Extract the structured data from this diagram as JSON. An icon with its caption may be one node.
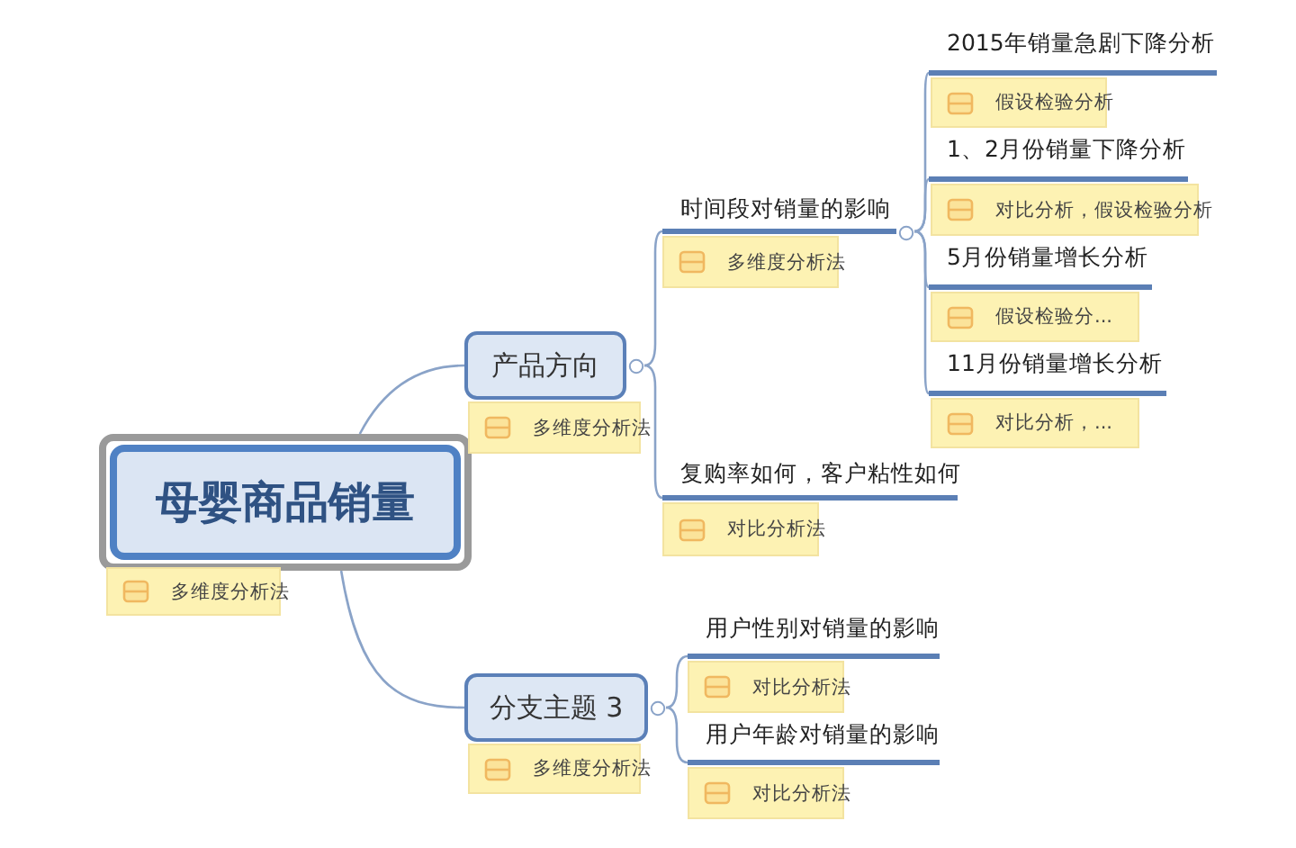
{
  "diagram": {
    "nodes": [
      {
        "text": [
          "母婴商品销量"
        ]
      },
      {
        "text": [
          "多维度分析法"
        ]
      },
      {
        "text": [
          "产品方向"
        ]
      },
      {
        "text": [
          "多维度分析法"
        ]
      },
      {
        "text": [
          "时间段对销量的影响"
        ]
      },
      {
        "text": [
          "多维度分析法"
        ]
      },
      {
        "text": [
          "2015年销量急剧下降分析"
        ]
      },
      {
        "text": [
          "假设检验分析"
        ]
      },
      {
        "text": [
          "1、2月份销量下降分析"
        ]
      },
      {
        "text": [
          "对比分析，假设检验分析"
        ]
      },
      {
        "text": [
          "5月份销量增长分析"
        ]
      },
      {
        "text": [
          "假设检验分..."
        ]
      },
      {
        "text": [
          "11月份销量增长分析"
        ]
      },
      {
        "text": [
          "对比分析，..."
        ]
      },
      {
        "text": [
          "复购率如何，客户粘性如何"
        ]
      },
      {
        "text": [
          "对比分析法"
        ]
      },
      {
        "text": [
          "分支主题 3"
        ]
      },
      {
        "text": [
          "多维度分析法"
        ]
      },
      {
        "text": [
          "用户性别对销量的影响"
        ]
      },
      {
        "text": [
          "对比分析法"
        ]
      },
      {
        "text": [
          "用户年龄对销量的影响"
        ]
      },
      {
        "text": [
          "对比分析法"
        ]
      }
    ],
    "edges": [
      {
        "from": 0,
        "to": 2,
        "arrow": "none"
      },
      {
        "from": 0,
        "to": 16,
        "arrow": "none"
      },
      {
        "from": 2,
        "to": 4,
        "arrow": "none"
      },
      {
        "from": 2,
        "to": 14,
        "arrow": "none"
      },
      {
        "from": 4,
        "to": 6,
        "arrow": "none"
      },
      {
        "from": 4,
        "to": 8,
        "arrow": "none"
      },
      {
        "from": 4,
        "to": 10,
        "arrow": "none"
      },
      {
        "from": 4,
        "to": 12,
        "arrow": "none"
      },
      {
        "from": 16,
        "to": 18,
        "arrow": "none"
      },
      {
        "from": 16,
        "to": 20,
        "arrow": "none"
      }
    ]
  }
}
